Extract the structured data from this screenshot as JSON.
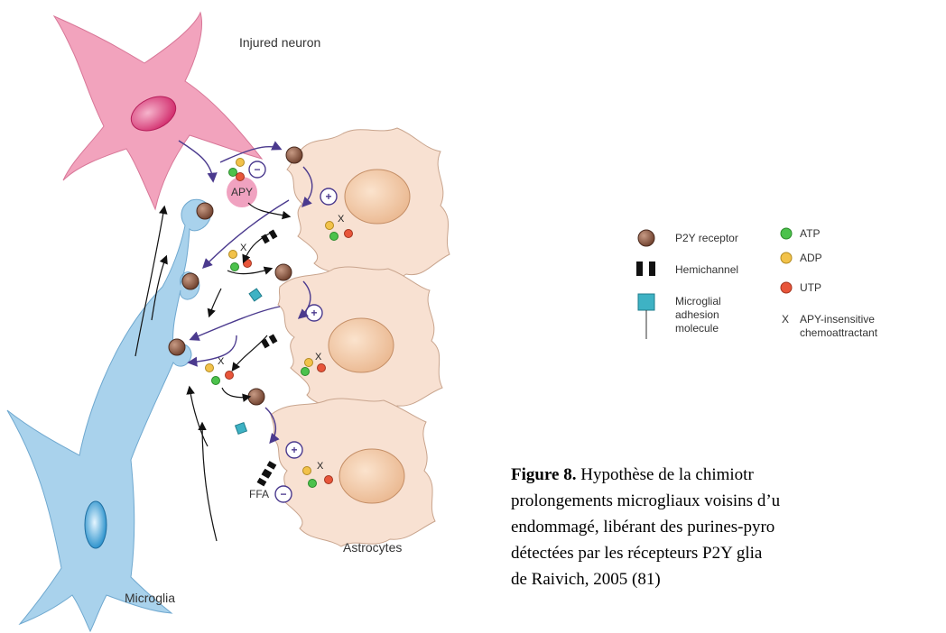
{
  "diagram": {
    "labels": {
      "injured_neuron": "Injured neuron",
      "astrocytes": "Astrocytes",
      "microglia": "Microglia",
      "apy": "APY",
      "ffa": "FFA",
      "plus": "+",
      "minus": "−",
      "x": "X"
    }
  },
  "legend": {
    "p2y_receptor": "P2Y receptor",
    "hemichannel": "Hemichannel",
    "adhesion_line1": "Microglial",
    "adhesion_line2": "adhesion",
    "adhesion_line3": "molecule",
    "atp": "ATP",
    "adp": "ADP",
    "utp": "UTP",
    "x_symbol": "X",
    "apy_line1": "APY-insensitive",
    "apy_line2": "chemoattractant"
  },
  "caption": {
    "label": "Figure 8.",
    "line1": " Hypothèse de la chimiotr",
    "line2": "prolongements microgliaux voisins d’u",
    "line3": "endommagé, libérant des purines-pyro",
    "line4": "détectées par les récepteurs P2Y glia",
    "line5": "de Raivich, 2005 (81)"
  },
  "colors": {
    "neuron": "#f2a3bd",
    "neuron_nucleus": "#e0457f",
    "microglia": "#a9d2ec",
    "astrocyte": "#f8e1d2",
    "astro_nucleus": "#f1c9a5",
    "arrow_purple": "#4b3a8e",
    "receptor": "#8b5a45",
    "atp": "#4cc24c",
    "adp": "#f2c24a",
    "utp": "#e8553a",
    "adhesion": "#3eb2c4",
    "apy_circle": "#f0a2c0"
  }
}
